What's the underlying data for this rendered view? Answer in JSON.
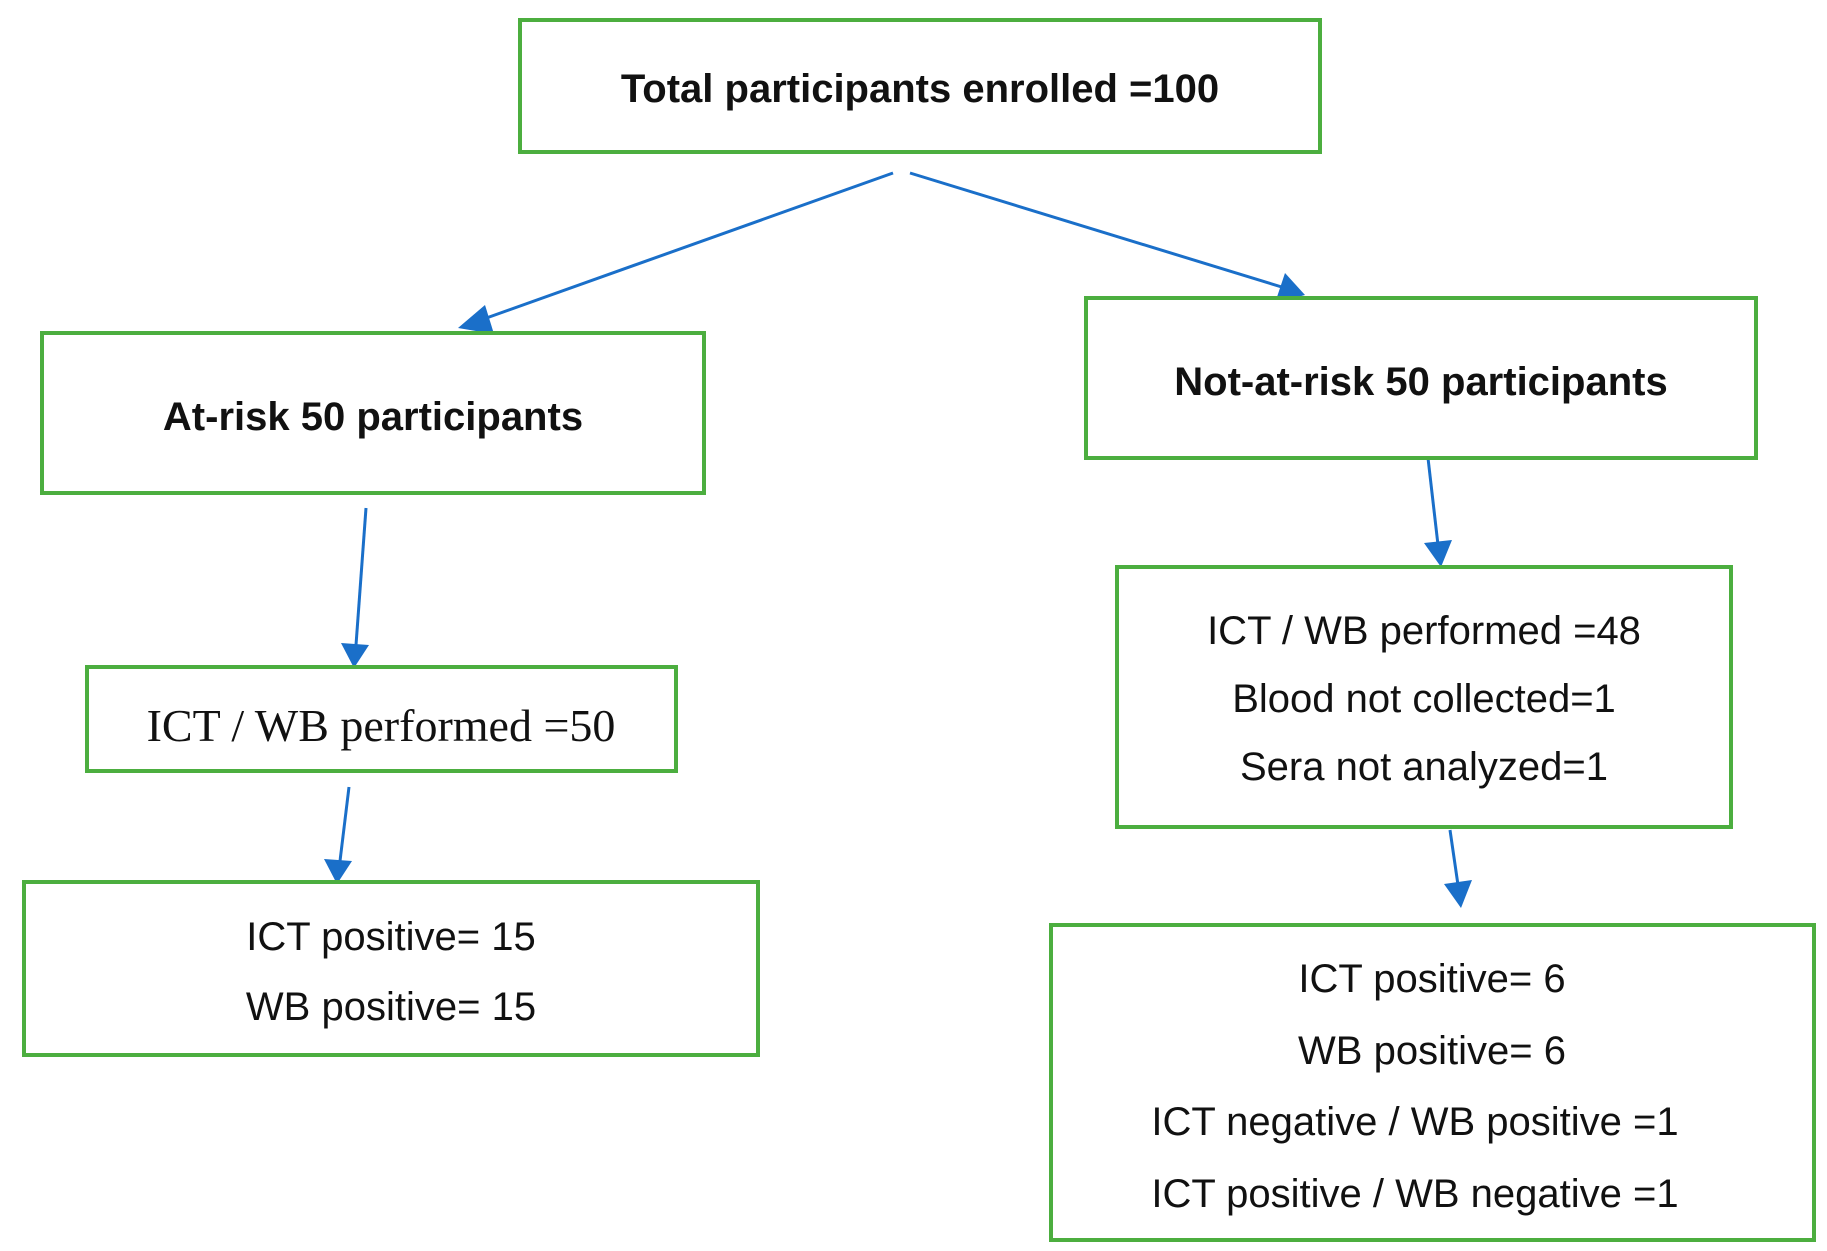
{
  "nodes": {
    "total": {
      "lines": [
        "Total participants enrolled =100"
      ]
    },
    "at_risk": {
      "lines": [
        "At-risk 50 participants"
      ]
    },
    "not_at_risk": {
      "lines": [
        "Not-at-risk 50 participants"
      ]
    },
    "at_risk_tests": {
      "lines": [
        "ICT / WB performed =50"
      ]
    },
    "not_at_risk_tests": {
      "lines": [
        "ICT / WB performed =48",
        "Blood not collected=1",
        "Sera not analyzed=1"
      ]
    },
    "at_risk_results": {
      "lines": [
        "ICT positive= 15",
        "WB positive= 15"
      ]
    },
    "not_at_risk_results": {
      "lines": [
        "ICT positive= 6",
        "WB positive= 6",
        "ICT negative / WB positive =1",
        "ICT positive / WB negative =1"
      ]
    }
  },
  "colors": {
    "box_border": "#4cae3f",
    "arrow": "#1a6fc9",
    "text": "#111111"
  }
}
